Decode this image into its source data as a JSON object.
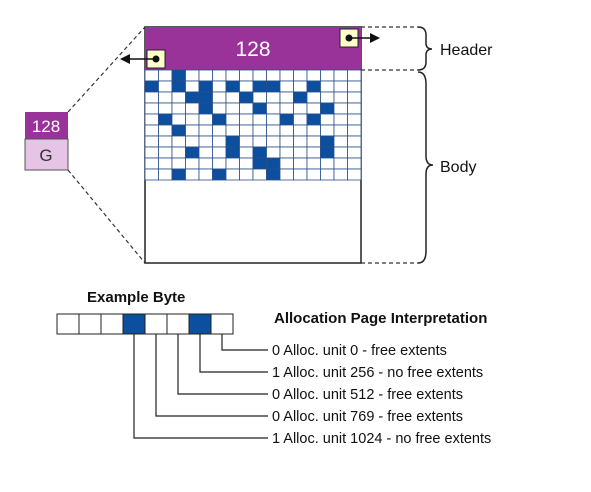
{
  "page": {
    "header_value": "128",
    "header_label": "Header",
    "body_label": "Body",
    "stub": {
      "top_value": "128",
      "bottom_label": "G"
    },
    "example_title": "Example Byte",
    "interpretation_title": "Allocation Page Interpretation",
    "interpretations": [
      {
        "text": "0 Alloc. unit 0 - free extents"
      },
      {
        "text": "1 Alloc. unit 256 - no free extents"
      },
      {
        "text": "0 Alloc. unit 512 - free extents"
      },
      {
        "text": "0 Alloc. unit 769 - free extents"
      },
      {
        "text": "1 Alloc. unit 1024 - no free extents"
      }
    ],
    "colors": {
      "header_purple": "#993399",
      "stub_light": "#e5c4e5",
      "block_blue": "#0b4f9e",
      "pointer_box": "#ffffcc"
    },
    "grid": {
      "filled": [
        [
          2
        ],
        [
          0,
          2,
          4,
          6,
          8,
          9,
          12
        ],
        [
          3,
          4,
          7,
          11
        ],
        [
          4,
          8,
          13
        ],
        [
          1,
          5,
          10,
          12
        ],
        [
          2
        ],
        [
          6,
          13
        ],
        [
          3,
          6,
          8,
          13
        ],
        [
          8,
          9
        ],
        [
          2,
          5,
          9
        ]
      ],
      "columns": 16
    },
    "example_byte": [
      0,
      0,
      0,
      1,
      0,
      0,
      1,
      0
    ]
  }
}
